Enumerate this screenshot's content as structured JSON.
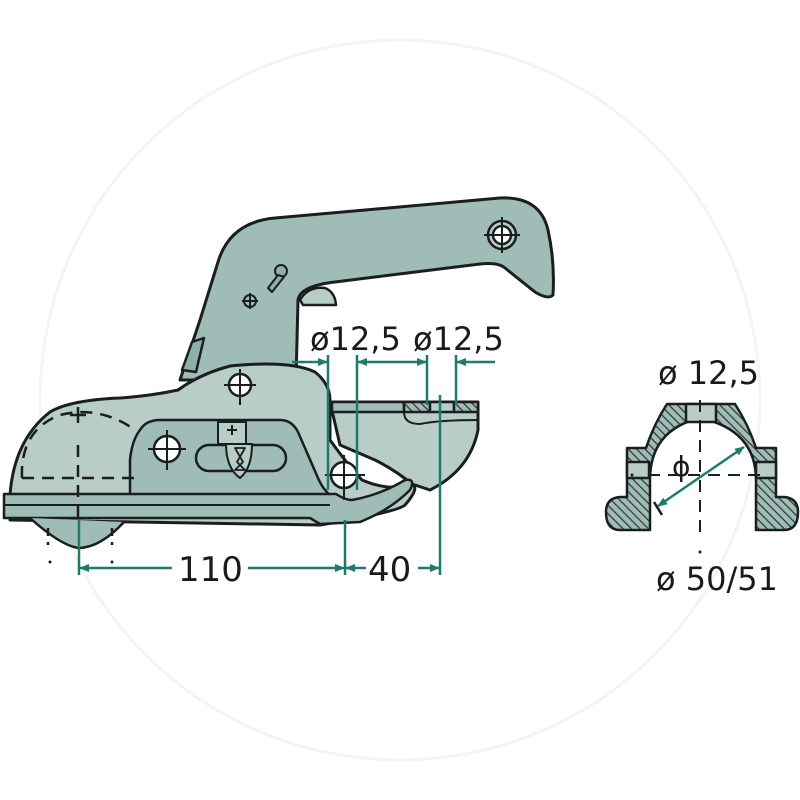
{
  "diagram": {
    "subject": "trailer ball coupling head, side view and cross-section",
    "colors": {
      "background": "#ffffff",
      "body_fill": "#9fbcb6",
      "body_fill_light": "#b8ccc8",
      "body_fill_dark": "#8fb0aa",
      "outline": "#1a1f1e",
      "dimension_line": "#1f7a6c",
      "hole_fill": "#ffffff",
      "hatch": "#2a3231",
      "watermark_circle": "#f3f5f5"
    },
    "dimensions": {
      "hole_1": "ø12,5",
      "hole_2": "ø12,5",
      "length_main": "110",
      "length_secondary": "40",
      "section_hole": "ø 12,5",
      "section_bore": "ø 50/51",
      "section_symbol": "ϕ"
    }
  }
}
